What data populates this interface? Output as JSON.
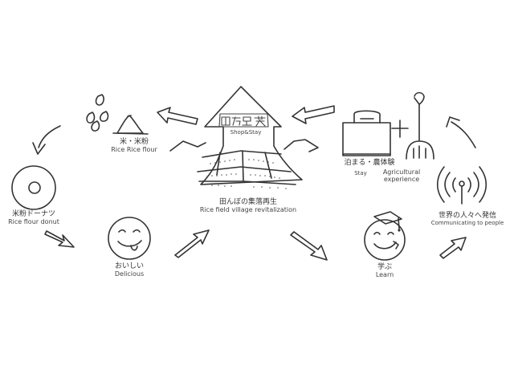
{
  "nodes": {
    "rice": {
      "jp": "米・米粉",
      "en": "Rice  Rice flour"
    },
    "donut": {
      "jp": "米粉ドーナツ",
      "en": "Rice flour donut"
    },
    "delicious": {
      "jp": "おいしい",
      "en": "Delicious"
    },
    "revitalization": {
      "jp": "田んぼの集落再生",
      "en": "Rice field village revitalization",
      "sign_en": "Shop&Stay"
    },
    "stay": {
      "jp": "泊まる・農体験",
      "en_stay": "Stay",
      "en_agri_1": "Agricultural",
      "en_agri_2": "experience"
    },
    "learn": {
      "jp": "学ぶ",
      "en": "Learn"
    },
    "world": {
      "jp": "世界の人々へ発信",
      "en": "Communicating to people"
    }
  },
  "icons": {
    "rice": "rice-grains-icon",
    "donut": "donut-icon",
    "delicious": "smiley-tongue-icon",
    "shop": "shop-house-icon",
    "field": "rice-field-icon",
    "bed": "bed-icon",
    "plus": "plus-icon",
    "pitchfork": "pitchfork-icon",
    "learn": "graduate-face-icon",
    "broadcast": "broadcast-icon",
    "arrow": "arrow-icon"
  },
  "colors": {
    "ink": "#333333",
    "background": "#ffffff"
  }
}
